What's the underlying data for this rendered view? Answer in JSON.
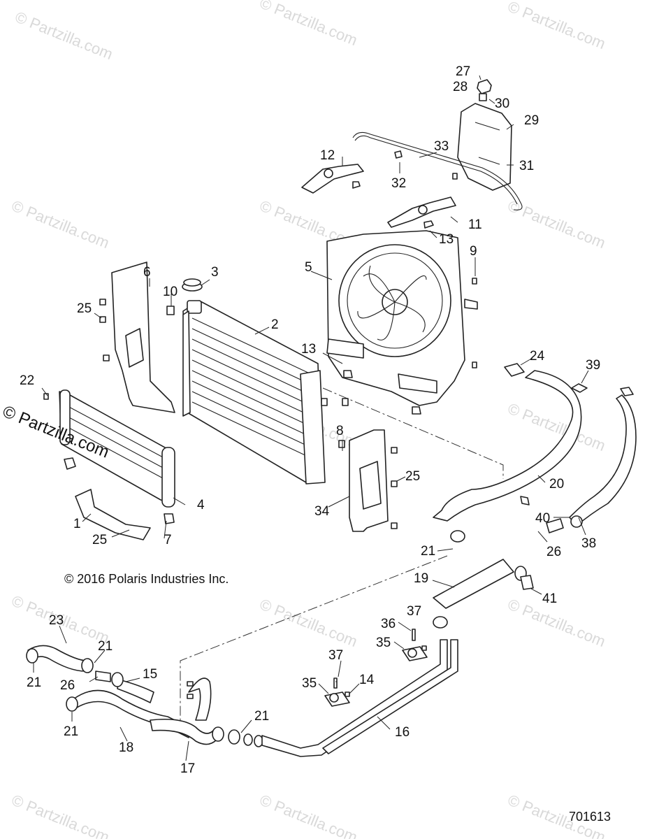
{
  "watermark": "© Partzilla.com",
  "copyright": "© 2016 Polaris Industries Inc.",
  "diagram_number": "701613",
  "callouts": [
    "27",
    "28",
    "30",
    "29",
    "33",
    "12",
    "32",
    "31",
    "11",
    "13",
    "5",
    "9",
    "6",
    "3",
    "10",
    "2",
    "25",
    "13",
    "24",
    "39",
    "22",
    "8",
    "25",
    "20",
    "4",
    "34",
    "1",
    "25",
    "7",
    "40",
    "38",
    "21",
    "26",
    "19",
    "41",
    "23",
    "37",
    "21",
    "36",
    "35",
    "37",
    "15",
    "26",
    "14",
    "35",
    "21",
    "21",
    "18",
    "17",
    "16"
  ]
}
